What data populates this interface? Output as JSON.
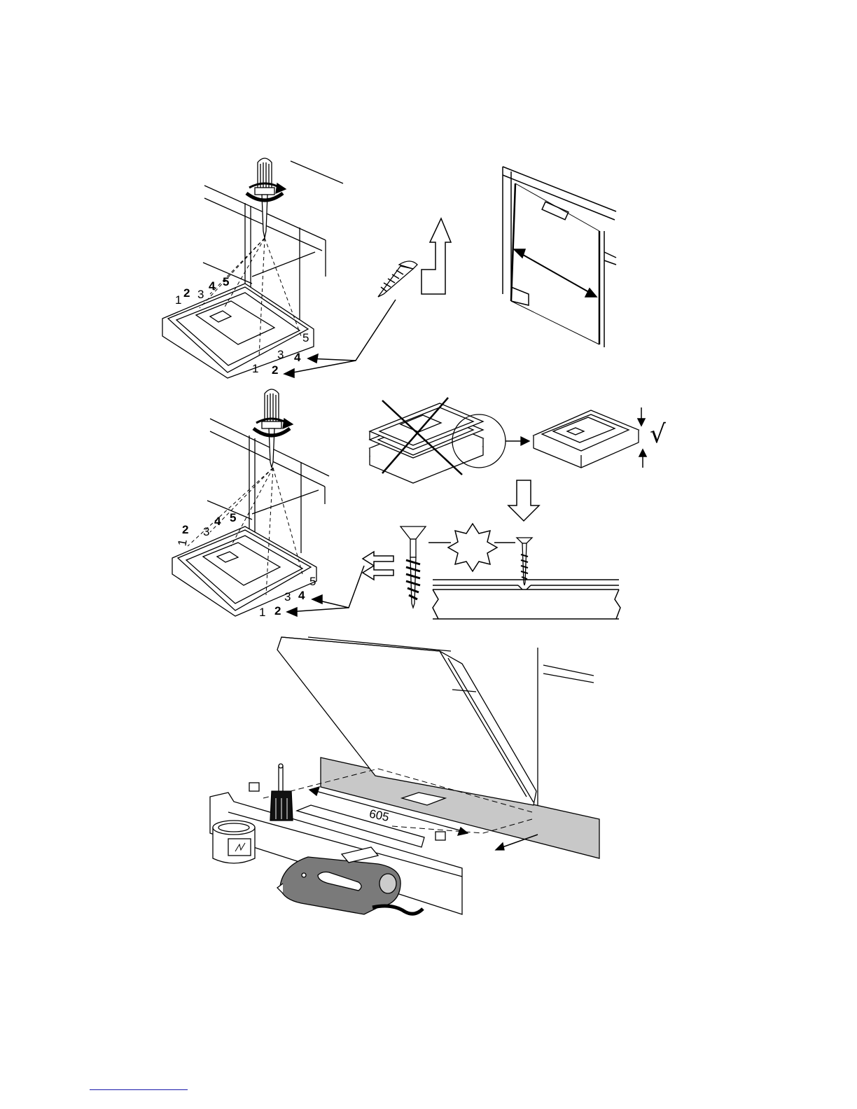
{
  "figure1": {
    "upper_scale": [
      "1",
      "2",
      "3",
      "4",
      "5"
    ],
    "lower_scale": [
      "1",
      "2",
      "3",
      "4",
      "5"
    ]
  },
  "figure3": {
    "upper_scale": [
      "1",
      "2",
      "3",
      "4",
      "5"
    ],
    "lower_scale": [
      "1",
      "2",
      "3",
      "4",
      "5"
    ]
  },
  "figure6": {
    "dimension_label": "605"
  },
  "check_mark": "√",
  "colors": {
    "line": "#000000",
    "shade": "#c8c8c8",
    "link": "#1a1aaa"
  }
}
